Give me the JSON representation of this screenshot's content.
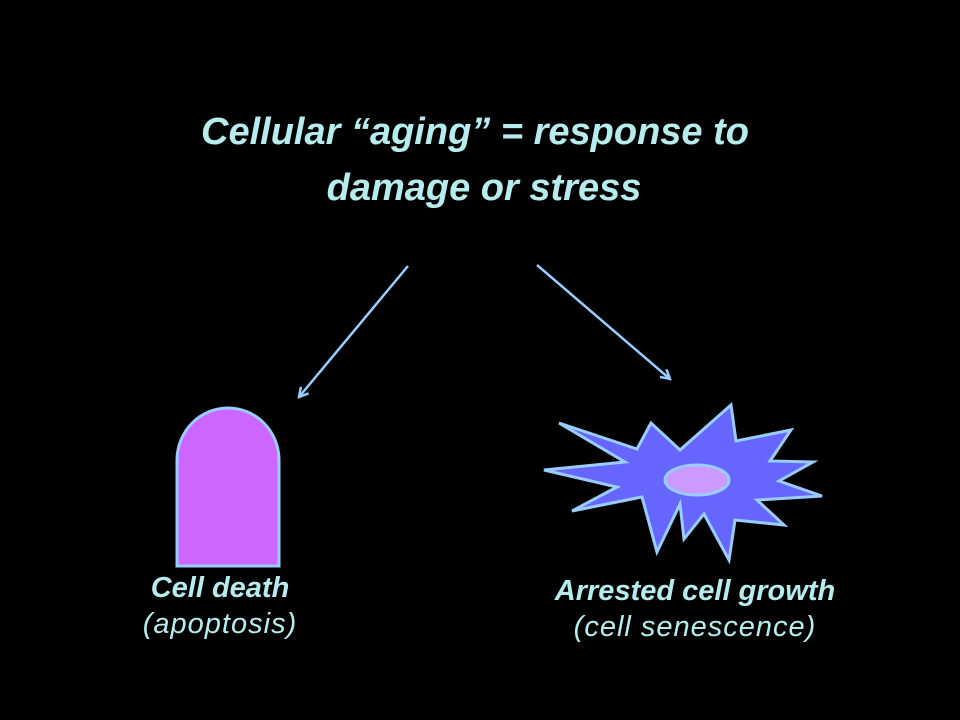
{
  "slide": {
    "title_line1": "Cellular “aging” = response to",
    "title_line2": "damage or stress"
  },
  "outcomes": {
    "left": {
      "label": "Cell death",
      "sublabel": "(apoptosis)"
    },
    "right": {
      "label": "Arrested cell growth",
      "sublabel": "(cell senescence)"
    }
  },
  "colors": {
    "background": "#000000",
    "text": "#b7ecec",
    "arrow": "#99ccff",
    "dead_cell_fill": "#cc66ff",
    "senescent_cell_fill": "#6666ff",
    "nucleus_fill": "#cc99ff",
    "outline": "#99ccff"
  }
}
